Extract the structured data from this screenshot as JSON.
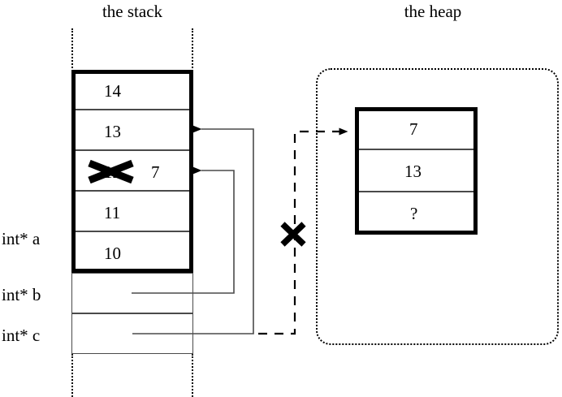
{
  "diagram": {
    "stack": {
      "title": "the stack",
      "cells": [
        {
          "value": "14",
          "struck": false,
          "note": ""
        },
        {
          "value": "13",
          "struck": false,
          "note": ""
        },
        {
          "value": "12",
          "struck": true,
          "note": "7"
        },
        {
          "value": "11",
          "struck": false,
          "note": ""
        },
        {
          "value": "10",
          "struck": false,
          "note": ""
        }
      ],
      "pointer_slots": [
        {
          "label": "int* a",
          "value": ""
        },
        {
          "label": "int* b",
          "value": ""
        },
        {
          "label": "int* c",
          "value": ""
        }
      ]
    },
    "heap": {
      "title": "the heap",
      "cells": [
        {
          "value": "7"
        },
        {
          "value": "13"
        },
        {
          "value": "?"
        }
      ]
    },
    "marks": {
      "struck_cell_mark": "X",
      "broken_pointer_mark": "X"
    },
    "colors": {
      "ink": "#000000",
      "thin_rule": "#4a4a4a",
      "background": "#ffffff"
    }
  }
}
